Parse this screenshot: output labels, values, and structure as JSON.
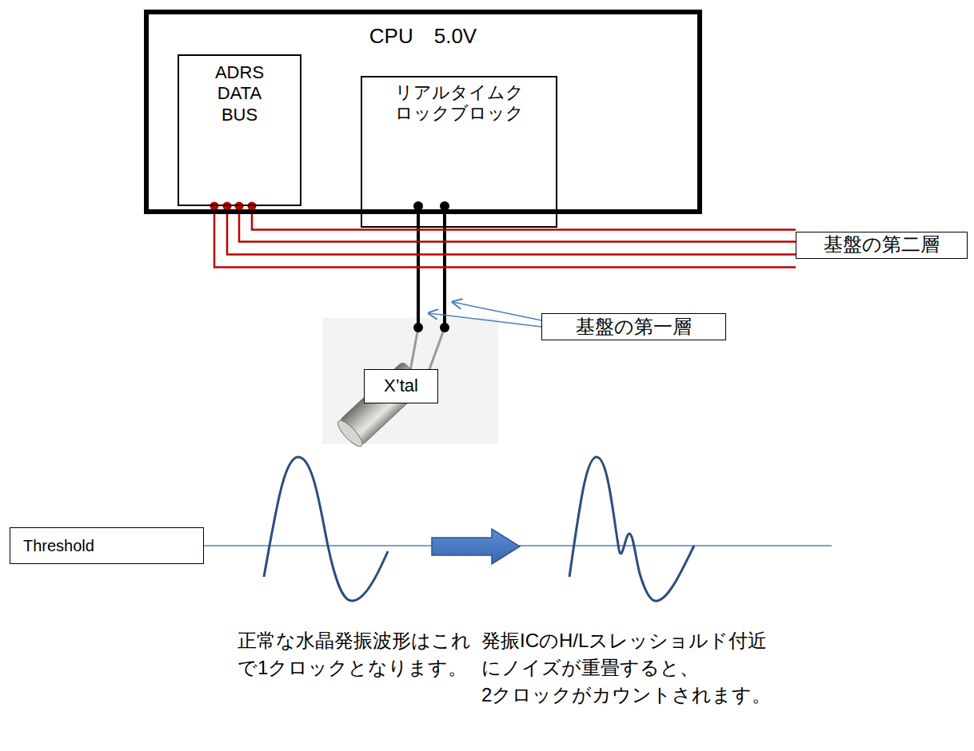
{
  "diagram": {
    "nodes": [
      {
        "text": [
          "CPU　5.0V"
        ]
      },
      {
        "text": [
          "ADRS DATA BUS"
        ],
        "in": 0
      },
      {
        "text": [
          "リアルタイムク ロックブロック"
        ],
        "in": 0
      },
      {
        "text": [
          "基盤の第二層"
        ]
      },
      {
        "text": [
          "基盤の第一層"
        ]
      },
      {
        "text": [
          "X’tal"
        ]
      },
      {
        "text": [
          "Threshold"
        ]
      }
    ],
    "edges": [
      {
        "from": 1,
        "to": 3,
        "arrow": "none"
      },
      {
        "from": 1,
        "to": 3,
        "arrow": "none"
      },
      {
        "from": 1,
        "to": 3,
        "arrow": "none"
      },
      {
        "from": 1,
        "to": 3,
        "arrow": "none"
      }
    ],
    "labels": [
      "正常な水晶発振波形はこれ で1クロックとなります。",
      "発振ICのH/Lスレッショルド付近 にノイズが重畳すると、 2クロックがカウントされます。"
    ]
  }
}
